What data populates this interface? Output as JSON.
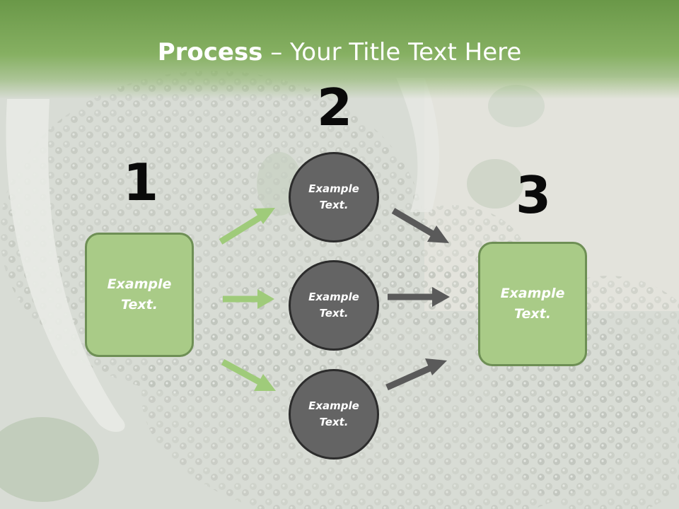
{
  "title": {
    "bold": "Process",
    "rest": " – Your Title Text Here"
  },
  "steps": {
    "num1": "1",
    "num2": "2",
    "num3": "3"
  },
  "left_box": {
    "line1": "Example",
    "line2": "Text."
  },
  "right_box": {
    "line1": "Example",
    "line2": "Text."
  },
  "circles": [
    {
      "line1": "Example",
      "line2": "Text."
    },
    {
      "line1": "Example",
      "line2": "Text."
    },
    {
      "line1": "Example",
      "line2": "Text."
    }
  ],
  "colors": {
    "header_green": "#7aa655",
    "box_fill": "#a9cb87",
    "box_border": "#6e8f55",
    "circle_fill": "#646464",
    "circle_border": "#2c2c2c",
    "arrow_green": "#9fcb7a",
    "arrow_gray": "#5a5a5a"
  }
}
